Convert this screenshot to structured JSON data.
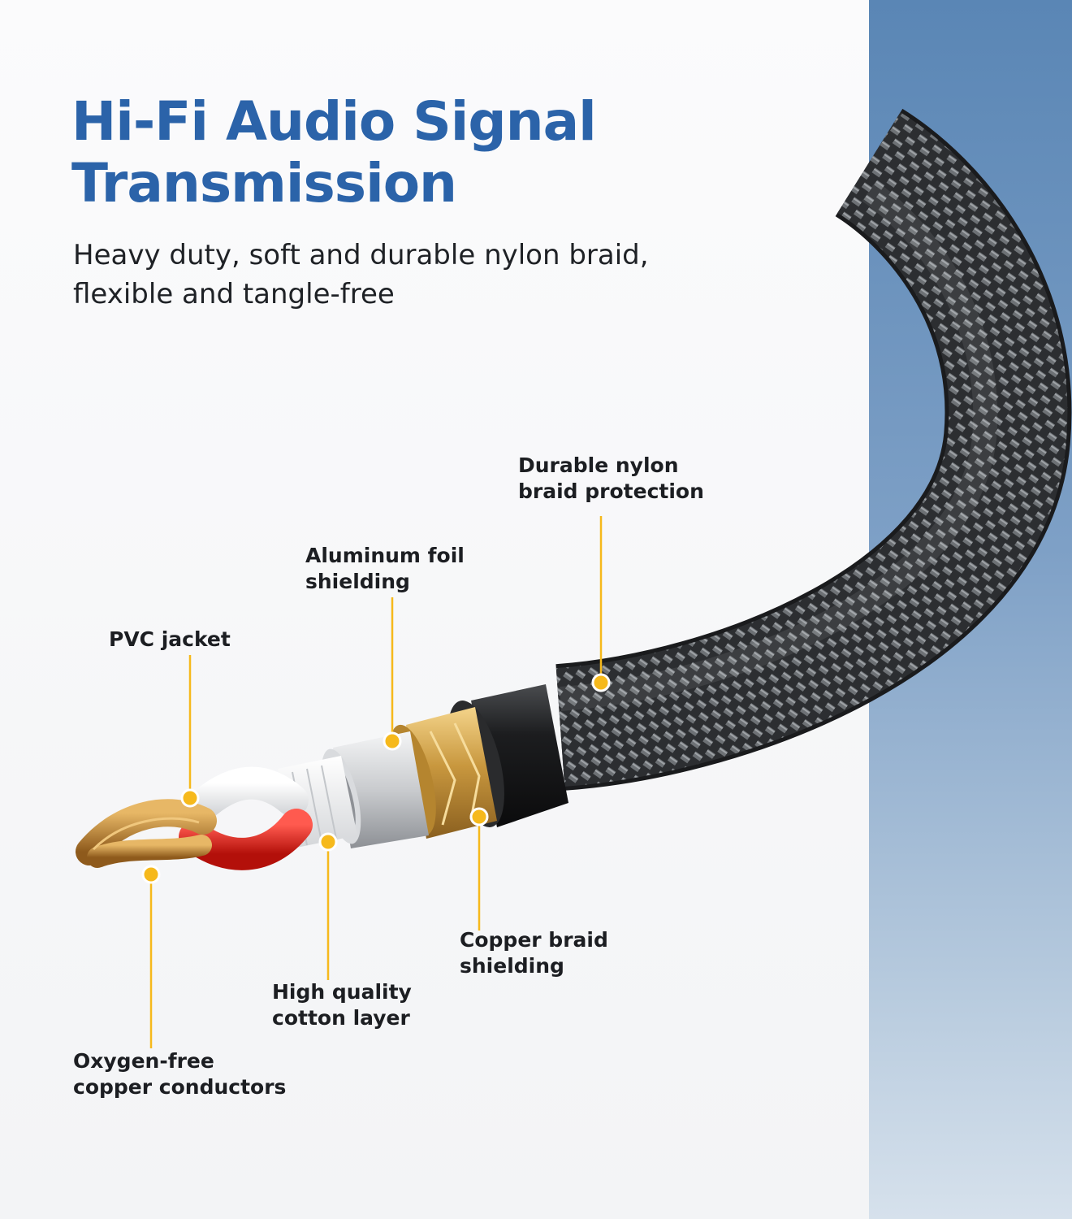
{
  "heading": {
    "title": "Hi-Fi Audio Signal Transmission",
    "subtitle": "Heavy duty, soft and durable nylon braid, flexible and tangle-free"
  },
  "callouts": [
    {
      "id": "braid",
      "label_line1": "Durable nylon",
      "label_line2": "braid protection"
    },
    {
      "id": "foil",
      "label_line1": "Aluminum foil",
      "label_line2": "shielding"
    },
    {
      "id": "pvc",
      "label_line1": "PVC jacket",
      "label_line2": ""
    },
    {
      "id": "copper-braid",
      "label_line1": "Copper braid",
      "label_line2": "shielding"
    },
    {
      "id": "cotton",
      "label_line1": "High quality",
      "label_line2": "cotton layer"
    },
    {
      "id": "conductors",
      "label_line1": "Oxygen-free",
      "label_line2": "copper conductors"
    }
  ],
  "colors": {
    "title_blue": "#2b63a9",
    "callout_yellow": "#f6b91c",
    "panel_blue": "#5a86b5"
  }
}
